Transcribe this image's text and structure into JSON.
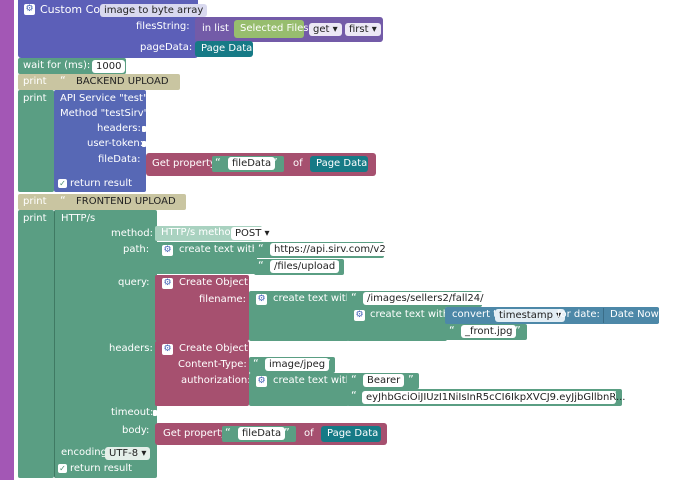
{
  "colors": {
    "custom_code": "#5c5fb8",
    "in_list": "#735ba8",
    "selected_files": "#97bd6e",
    "page_data": "#167a86",
    "text_block": "#5a9e83",
    "print_block": "#c9c5a1",
    "api_service": "#5768b5",
    "get_property": "#a6506f",
    "create_object": "#a6506f",
    "http_block": "#5a9e83",
    "left_bar": "#a357b5"
  },
  "custom_code": {
    "label": "Custom Code",
    "mode": "image to byte array",
    "files_label": "filesString:",
    "page_data_label": "pageData:"
  },
  "in_list": {
    "label": "in list",
    "list": "Selected Files",
    "op": "get",
    "pos": "first"
  },
  "page_data": {
    "label": "Page Data"
  },
  "wait": {
    "label": "wait for (ms):",
    "value": "1000"
  },
  "print1": {
    "label": "print",
    "text": "BACKEND UPLOAD"
  },
  "print2": {
    "label": "print",
    "text": "FRONTEND UPLOAD"
  },
  "print3": {
    "label": "print"
  },
  "api": {
    "title": "API Service \"test\"",
    "method": "Method \"testSirv\"",
    "headers": "headers:",
    "user_token": "user-token:",
    "file_data": "fileData:",
    "return_result": "return result"
  },
  "get_prop": {
    "label": "Get property",
    "key": "fileData",
    "of": "of",
    "target": "Page Data"
  },
  "http": {
    "title": "HTTP/s",
    "method_label": "method:",
    "method_block": "HTTP/s method:",
    "method_value": "POST",
    "path_label": "path:",
    "create_text": "create text with",
    "path1": "https://api.sirv.com/v2",
    "path2": "/files/upload",
    "query_label": "query:",
    "create_object": "Create Object",
    "filename_label": "filename:",
    "fn1": "/images/sellers2/fall24/",
    "convert_to": "convert to",
    "timestamp": "timestamp",
    "for_date": "for date:",
    "date_now": "Date Now",
    "fn2": "_front.jpg",
    "headers_label": "headers:",
    "content_type_label": "Content-Type:",
    "content_type": "image/jpeg",
    "authorization_label": "authorization:",
    "bearer": "Bearer ",
    "token": "eyJhbGciOiJIUzI1NiIsInR5cCI6IkpXVCJ9.eyJjbGllbnR...",
    "timeout_label": "timeout:",
    "body_label": "body:",
    "encoding_label": "encoding:",
    "encoding": "UTF-8",
    "return_result": "return result"
  }
}
